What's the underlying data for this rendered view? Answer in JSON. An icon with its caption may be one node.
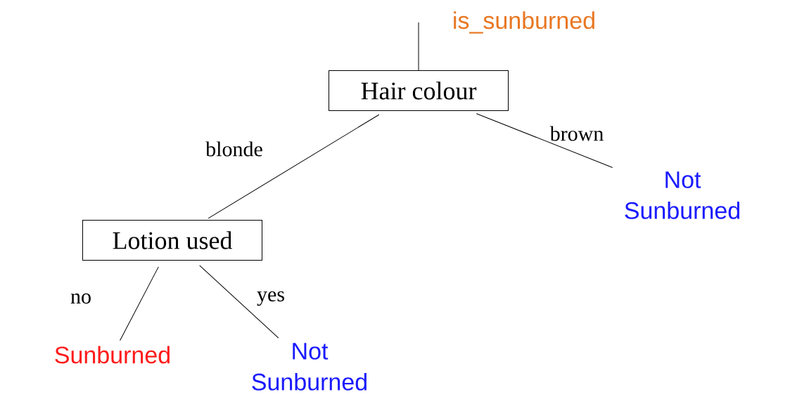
{
  "diagram": {
    "nodes": [
      {
        "text": [
          "is_sunburned"
        ]
      },
      {
        "text": [
          "Hair colour"
        ]
      },
      {
        "text": [
          "Lotion used"
        ]
      },
      {
        "text": [
          "Not Sunburned"
        ]
      },
      {
        "text": [
          "Sunburned"
        ]
      },
      {
        "text": [
          "Not Sunburned"
        ]
      }
    ],
    "edges": [
      {
        "from": 0,
        "to": 1,
        "arrow": "none"
      },
      {
        "from": 1,
        "to": 2,
        "arrow": "none",
        "label": "blonde"
      },
      {
        "from": 1,
        "to": 3,
        "arrow": "none",
        "label": "brown"
      },
      {
        "from": 2,
        "to": 4,
        "arrow": "none",
        "label": "no"
      },
      {
        "from": 2,
        "to": 5,
        "arrow": "none",
        "label": "yes"
      }
    ]
  }
}
